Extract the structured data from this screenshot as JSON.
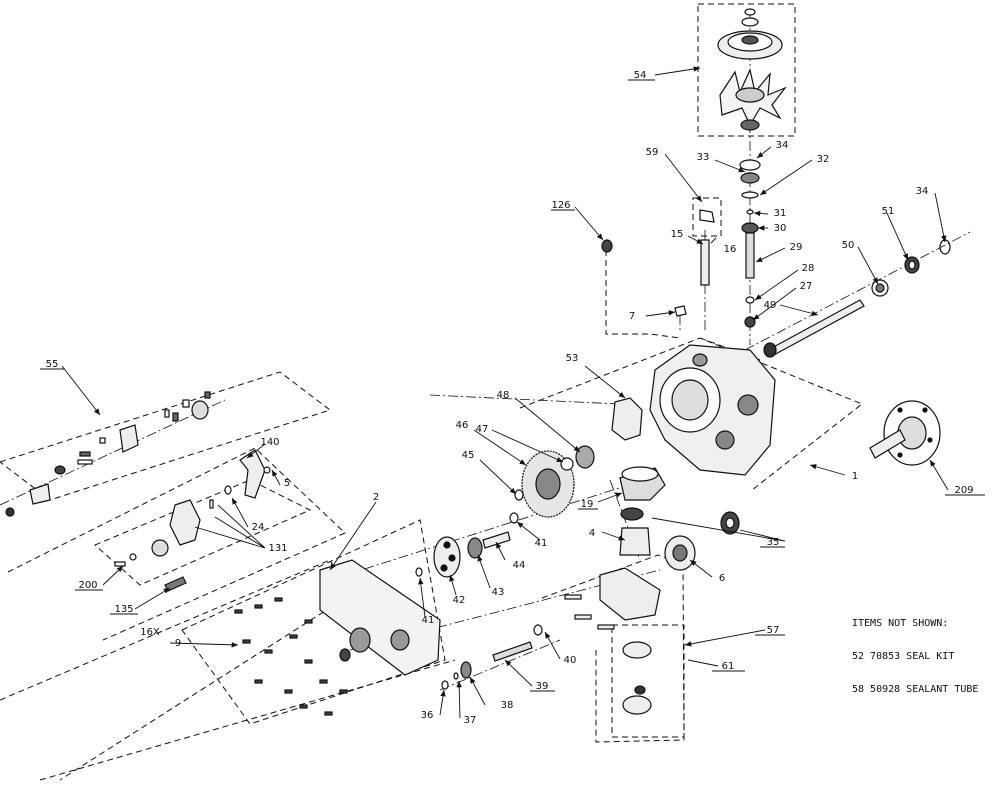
{
  "callouts": [
    "54",
    "34",
    "33",
    "32",
    "59",
    "31",
    "30",
    "126",
    "15",
    "16",
    "29",
    "28",
    "27",
    "49",
    "7",
    "50",
    "51",
    "34",
    "53",
    "48",
    "47",
    "46",
    "45",
    "19",
    "1",
    "209",
    "55",
    "140",
    "5",
    "24",
    "131",
    "200",
    "135",
    "2",
    "35",
    "4",
    "6",
    "41",
    "44",
    "42",
    "43",
    "9",
    "16X",
    "41",
    "40",
    "57",
    "61",
    "39",
    "36",
    "37",
    "38"
  ],
  "notes": {
    "title": "ITEMS NOT SHOWN:",
    "lines": [
      "52 70853 SEAL KIT",
      "58 50928 SEALANT TUBE"
    ]
  }
}
